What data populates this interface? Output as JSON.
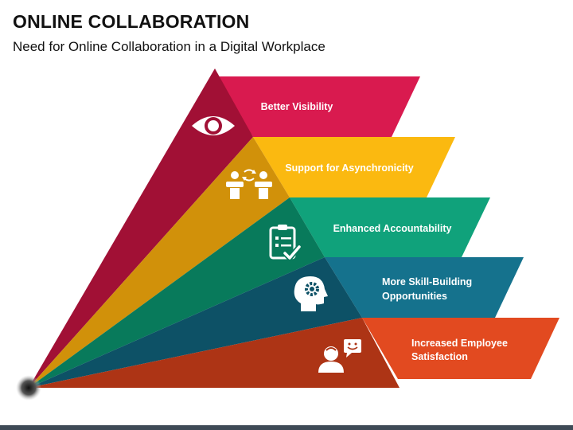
{
  "header": {
    "title": "ONLINE COLLABORATION",
    "subtitle": "Need for Online Collaboration in a Digital Workplace"
  },
  "bands": [
    {
      "label_lines": [
        "Better Visibility"
      ],
      "color": "#d91a4f",
      "shade": "#a11035",
      "icon": "eye-icon"
    },
    {
      "label_lines": [
        "Support for Asynchronicity"
      ],
      "color": "#fbb910",
      "shade": "#d1910a",
      "icon": "meeting-icon"
    },
    {
      "label_lines": [
        "Enhanced Accountability"
      ],
      "color": "#10a27b",
      "shade": "#087a5b",
      "icon": "clipboard-check-icon"
    },
    {
      "label_lines": [
        "More Skill-Building",
        "Opportunities"
      ],
      "color": "#15728d",
      "shade": "#0d5166",
      "icon": "head-gear-icon"
    },
    {
      "label_lines": [
        "Increased Employee",
        "Satisfaction"
      ],
      "color": "#e24a20",
      "shade": "#ad3415",
      "icon": "user-chat-icon"
    }
  ]
}
